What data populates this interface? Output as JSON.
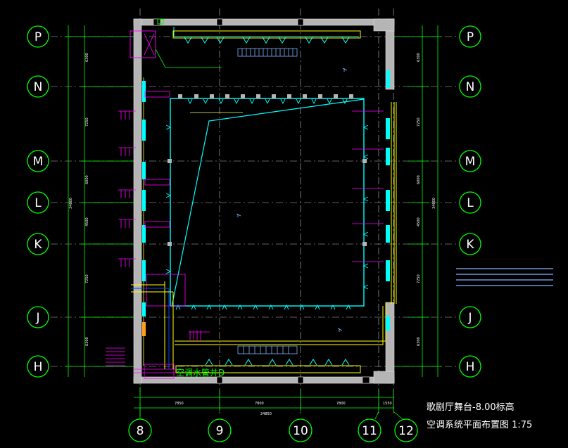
{
  "drawing": {
    "title_line1": "歌剧厅舞台-8.00标高",
    "title_line2": "空调系统平面布置图 1:75",
    "hall_label": "空调水管井D"
  },
  "grid_axes": {
    "horizontal": [
      "P",
      "N",
      "M",
      "L",
      "K",
      "J",
      "H"
    ],
    "vertical": [
      "8",
      "9",
      "10",
      "11",
      "12"
    ]
  },
  "dimensions": {
    "left_segments": [
      "6300",
      "7250",
      "6000",
      "4500",
      "7250",
      "6300"
    ],
    "left_total": "34600",
    "bottom_segments": [
      "7850",
      "7800",
      "7800",
      "1550"
    ],
    "bottom_total": "24850"
  },
  "colors": {
    "grid": "#ffffff",
    "dimension": "#00ff00",
    "wall": "#b5b5b5",
    "duct": "#00ffff",
    "accent_magenta": "#ff00ff",
    "accent_yellow": "#ffff00",
    "legend_blue": "#7fb5ff"
  }
}
